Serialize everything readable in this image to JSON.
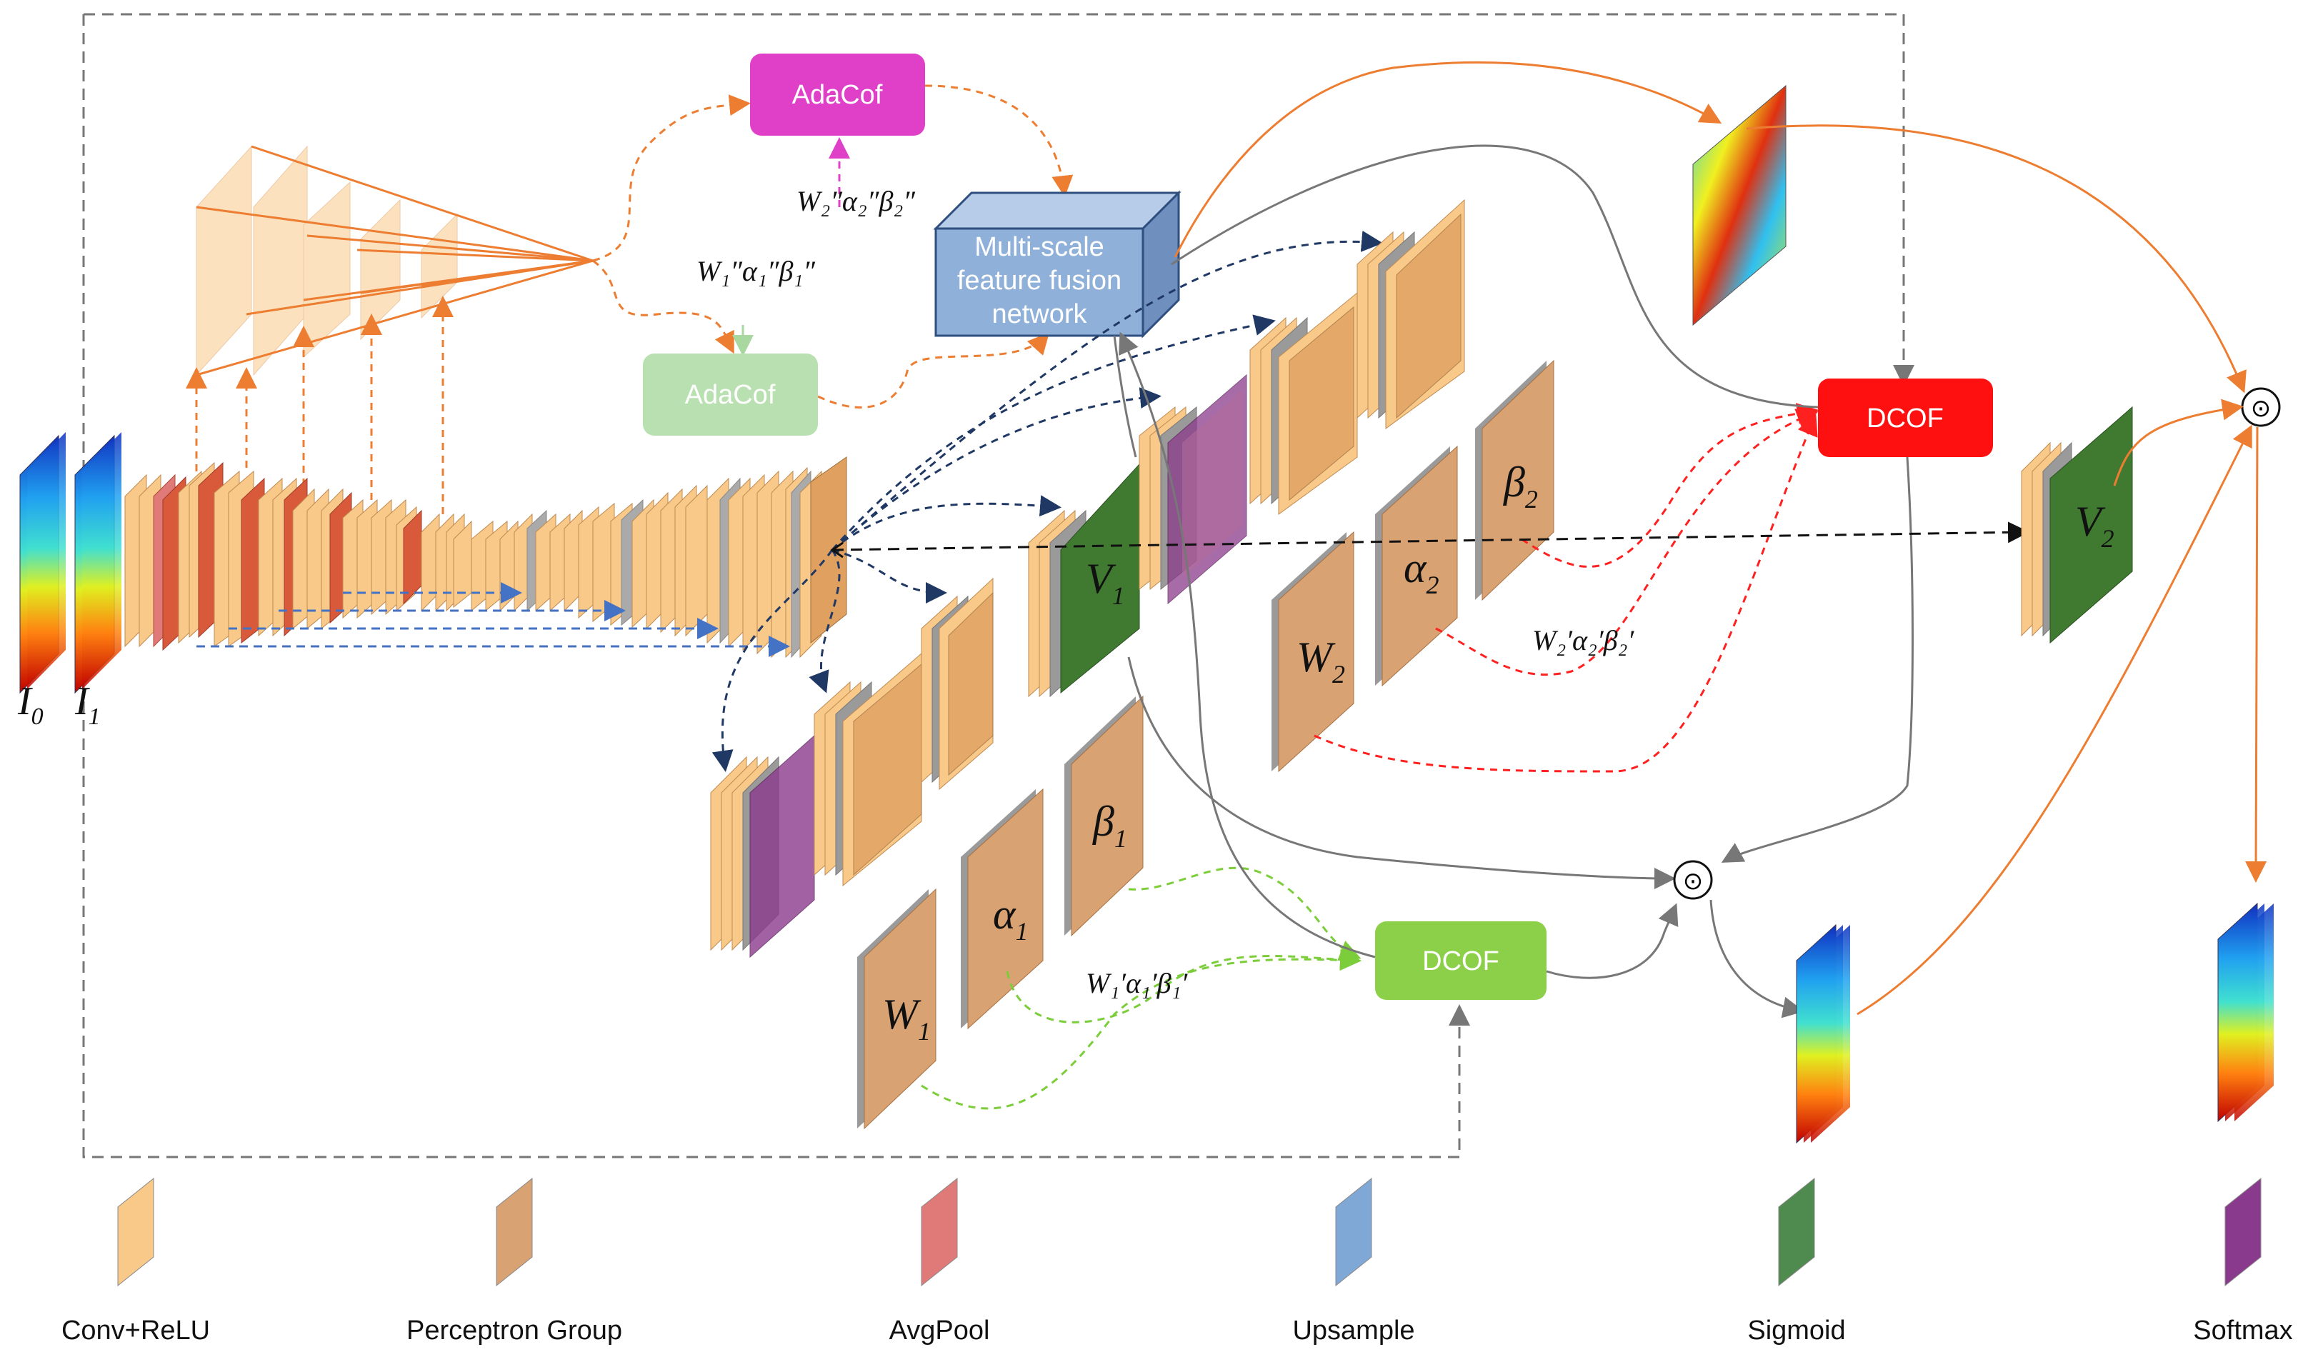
{
  "boxes": {
    "adacof_top": "AdaCof",
    "adacof_mid": "AdaCof",
    "fusion_line1": "Multi-scale",
    "fusion_line2": "feature fusion",
    "fusion_line3": "network",
    "dcof_red": "DCOF",
    "dcof_green": "DCOF"
  },
  "inputs": {
    "i0": "I",
    "i0_sub": "0",
    "i1": "I",
    "i1_sub": "1"
  },
  "labels": {
    "w2pp": "W₂″α₂″β₂″",
    "w1pp": "W₁″α₁″β₁″",
    "w2p": "W₂′α₂′β₂′",
    "w1p": "W₁′α₁′β₁′",
    "v1": "V",
    "v1_sub": "1",
    "v2": "V",
    "v2_sub": "2",
    "w1": "W",
    "w1_sub": "1",
    "a1": "α",
    "a1_sub": "1",
    "b1": "β",
    "b1_sub": "1",
    "w2": "W",
    "w2_sub": "2",
    "a2": "α",
    "a2_sub": "2",
    "b2": "β",
    "b2_sub": "2",
    "odot": "⊙"
  },
  "legend": [
    {
      "label": "Conv+ReLU",
      "color": "#f9c98a"
    },
    {
      "label": "Perceptron Group",
      "color": "#d9a273"
    },
    {
      "label": "AvgPool",
      "color": "#e07a78"
    },
    {
      "label": "Upsample",
      "color": "#7fa8d6"
    },
    {
      "label": "Sigmoid",
      "color": "#4f8a4f"
    },
    {
      "label": "Softmax",
      "color": "#8a3a8c"
    }
  ],
  "colors": {
    "conv": "#f9c98a",
    "perceptron": "#d9a273",
    "avgpool": "#e07a78",
    "upsample": "#7fa8d6",
    "sigmoid": "#3f7a30",
    "softmax": "#8a3a8c",
    "adacof_top": "#e040c8",
    "adacof_mid": "#b9e0b0",
    "fusion": "#8fb0d8",
    "dcof_red": "#ff1010",
    "dcof_green": "#8cd04a"
  }
}
